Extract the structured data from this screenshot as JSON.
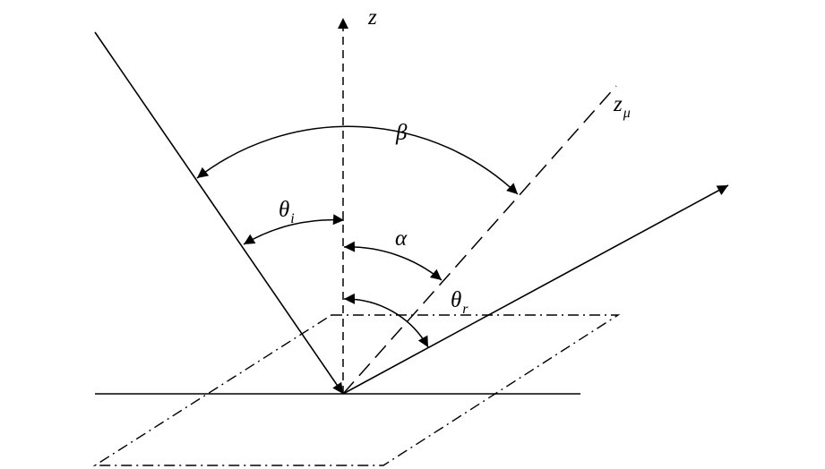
{
  "diagram": {
    "line_color": "#000000",
    "background": "#ffffff",
    "labels": {
      "z": {
        "main": "z",
        "sub": ""
      },
      "z_mu": {
        "main": "z",
        "sub": "μ"
      },
      "beta": {
        "main": "β",
        "sub": ""
      },
      "theta_i": {
        "main": "θ",
        "sub": "i"
      },
      "alpha": {
        "main": "α",
        "sub": ""
      },
      "theta_r": {
        "main": "θ",
        "sub": "r"
      }
    }
  }
}
